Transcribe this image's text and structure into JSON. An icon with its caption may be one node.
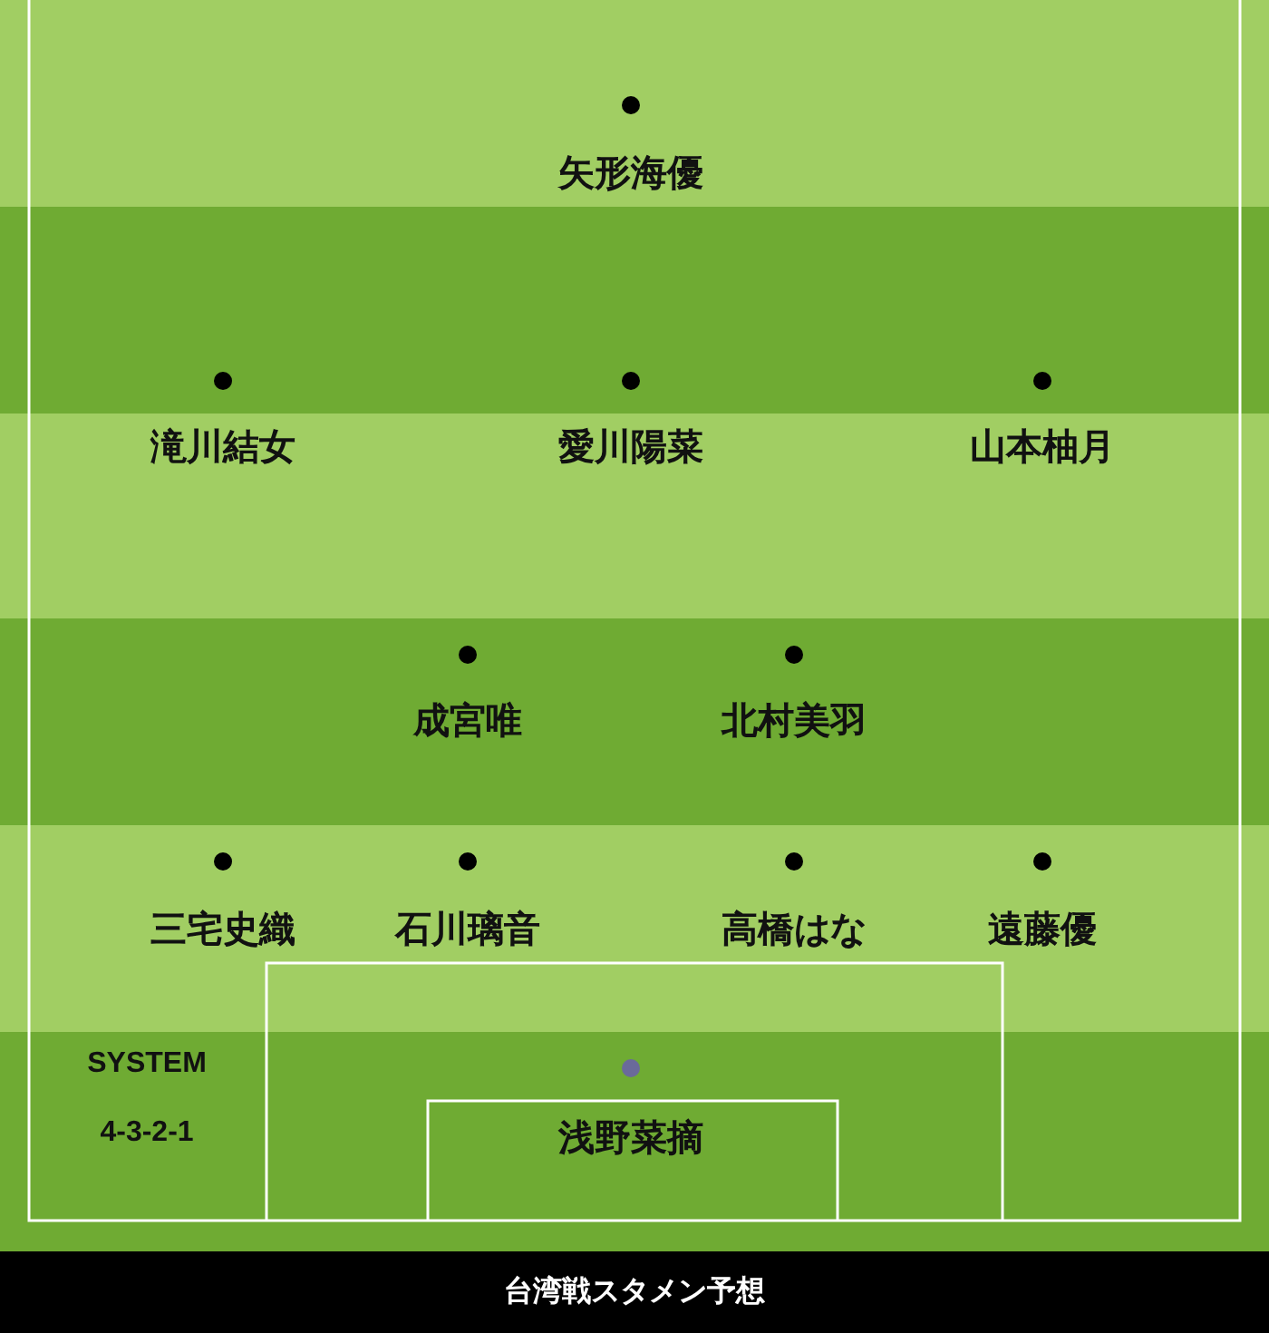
{
  "diagram": {
    "caption": "台湾戦スタメン予想",
    "nodes": [
      {
        "text": [
          "矢形海優"
        ]
      },
      {
        "text": [
          "滝川結女"
        ]
      },
      {
        "text": [
          "愛川陽菜"
        ]
      },
      {
        "text": [
          "山本柚月"
        ]
      },
      {
        "text": [
          "成宮唯"
        ]
      },
      {
        "text": [
          "北村美羽"
        ]
      },
      {
        "text": [
          "三宅史織"
        ]
      },
      {
        "text": [
          "石川璃音"
        ]
      },
      {
        "text": [
          "高橋はな"
        ]
      },
      {
        "text": [
          "遠藤優"
        ]
      },
      {
        "text": [
          "浅野菜摘"
        ]
      }
    ],
    "labels": [
      "SYSTEM",
      "4-3-2-1"
    ]
  }
}
